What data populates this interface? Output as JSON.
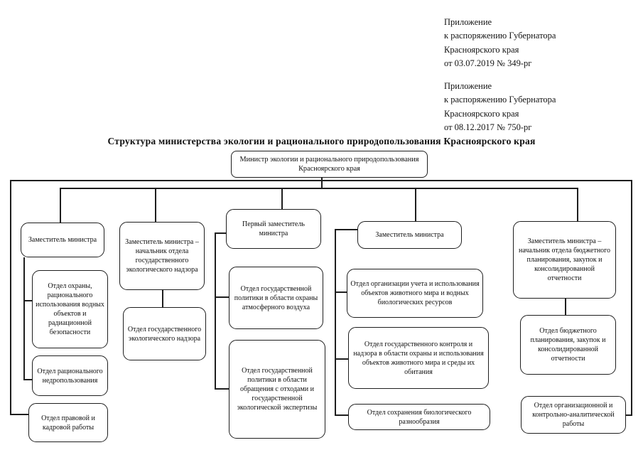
{
  "header": {
    "annex1": "Приложение\nк распоряжению Губернатора\nКрасноярского края\nот 03.07.2019 № 349-рг",
    "annex2": "Приложение\nк распоряжению Губернатора\nКрасноярского края\nот 08.12.2017 № 750-рг"
  },
  "title": "Структура министерства экологии и рационального природопользования Красноярского края",
  "nodes": {
    "minister": "Министр экологии и рационального природопользования Красноярского края",
    "deputy_general": "Заместитель министра",
    "dept_water_protection": "Отдел охраны, рационального использования водных объектов и радиационной безопасности",
    "dept_subsoil": "Отдел рационального недропользования",
    "dept_legal": "Отдел правовой и кадровой работы",
    "deputy_eco_supervision": "Заместитель министра – начальник отдела государственного экологического надзора",
    "dept_eco_supervision": "Отдел государственного экологического надзора",
    "first_deputy": "Первый заместитель министра",
    "dept_air_policy": "Отдел государственной политики в области охраны атмосферного воздуха",
    "dept_waste_policy": "Отдел государственной политики в области обращения с отходами и государственной экологической экспертизы",
    "deputy_wildlife": "Заместитель министра",
    "dept_wildlife_accounting": "Отдел организации учета и использования объектов животного мира и водных биологических ресурсов",
    "dept_wildlife_control": "Отдел государственного контроля и надзора в области охраны и использования объектов животного мира и среды их обитания",
    "dept_biodiversity": "Отдел сохранения биологического разнообразия",
    "deputy_budget": "Заместитель министра – начальник отдела бюджетного планирования, закупок и консолидированной отчетности",
    "dept_budget": "Отдел бюджетного планирования, закупок и консолидированной отчетности",
    "dept_org_analytics": "Отдел организационной и контрольно-аналитической работы"
  },
  "colors": {
    "line": "#1e1e1e",
    "text": "#111111",
    "background": "#ffffff"
  }
}
